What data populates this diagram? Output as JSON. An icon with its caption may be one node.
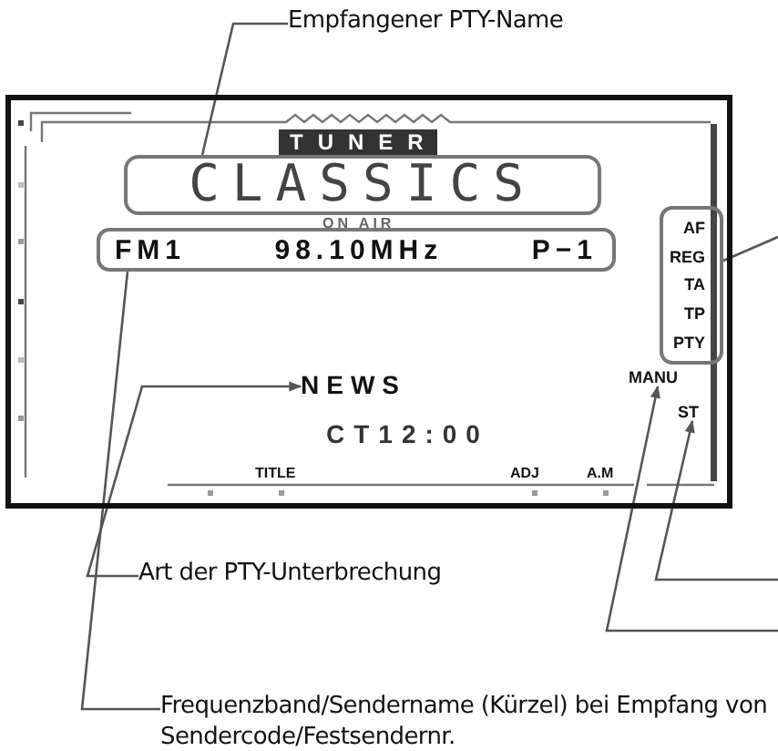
{
  "diagram": {
    "nodes": [
      {
        "text": [
          "Empfangener PTY-Name"
        ]
      },
      {
        "text": [],
        "shape": "box"
      },
      {
        "text": [
          "CLASSICS"
        ],
        "in": 1
      },
      {
        "text": [
          "FM1",
          "98.10MHz",
          "P−1"
        ],
        "in": 1
      },
      {
        "text": [
          "AF",
          "REG",
          "TA",
          "TP",
          "PTY"
        ],
        "in": 1
      },
      {
        "text": [
          "NEWS"
        ],
        "in": 1
      },
      {
        "text": [
          "MANU"
        ],
        "in": 1
      },
      {
        "text": [
          "ST"
        ],
        "in": 1
      },
      {
        "text": [
          "Art der PTY-Unterbrechung"
        ]
      },
      {
        "text": [
          "Frequenzband/Sendername (Kürzel) bei Empfang von Sendercode/Festsendernr."
        ]
      }
    ],
    "edges": [
      {
        "from": 0,
        "to": 2,
        "arrow": "none"
      },
      {
        "from": null,
        "to": 4,
        "arrow": "none"
      },
      {
        "from": 8,
        "to": 5,
        "arrow": "to"
      },
      {
        "from": null,
        "to": 6,
        "arrow": "to"
      },
      {
        "from": null,
        "to": 7,
        "arrow": "to"
      },
      {
        "from": 9,
        "to": 3,
        "arrow": "none"
      }
    ],
    "labels": [
      "TUNER",
      "ON AIR",
      "CT12:00",
      "TITLE",
      "ADJ",
      "A.M"
    ]
  }
}
